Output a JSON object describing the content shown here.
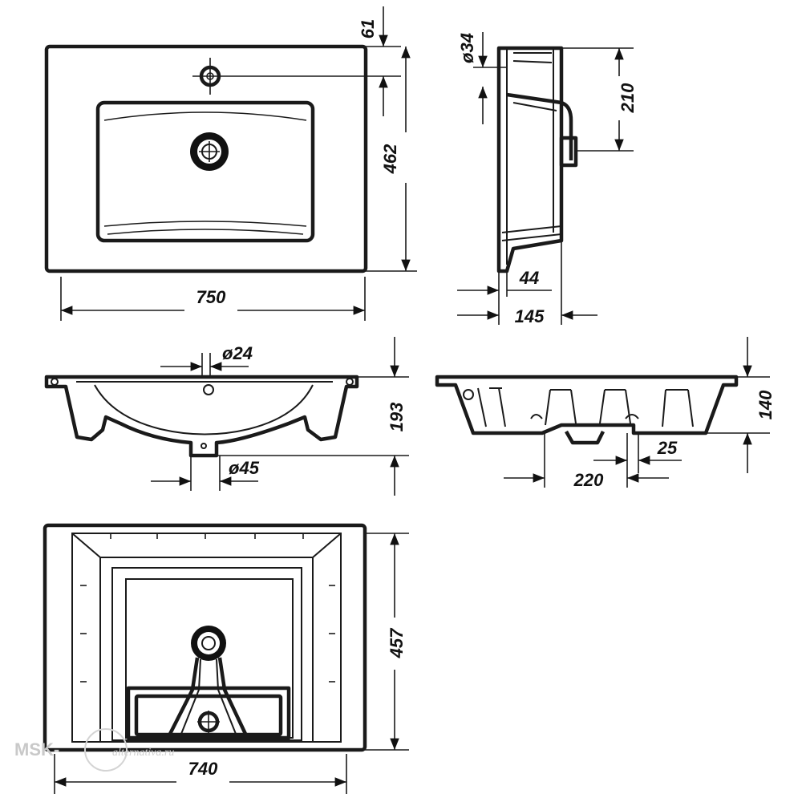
{
  "dimensions": {
    "top_view": {
      "width": "750",
      "depth": "462",
      "hole_offset": "61"
    },
    "side_view": {
      "drain_diameter": "ø34",
      "drain_height": "210",
      "rim_depth": "44",
      "total_depth": "145"
    },
    "front_section": {
      "tap_hole": "ø24",
      "height": "193",
      "waste": "ø45"
    },
    "side_section": {
      "height": "140",
      "spacing": "220",
      "gap": "25"
    },
    "bottom_view": {
      "width": "740",
      "depth": "457"
    }
  },
  "watermark": {
    "brand": "MSK-",
    "site": "alternativa.ru"
  }
}
